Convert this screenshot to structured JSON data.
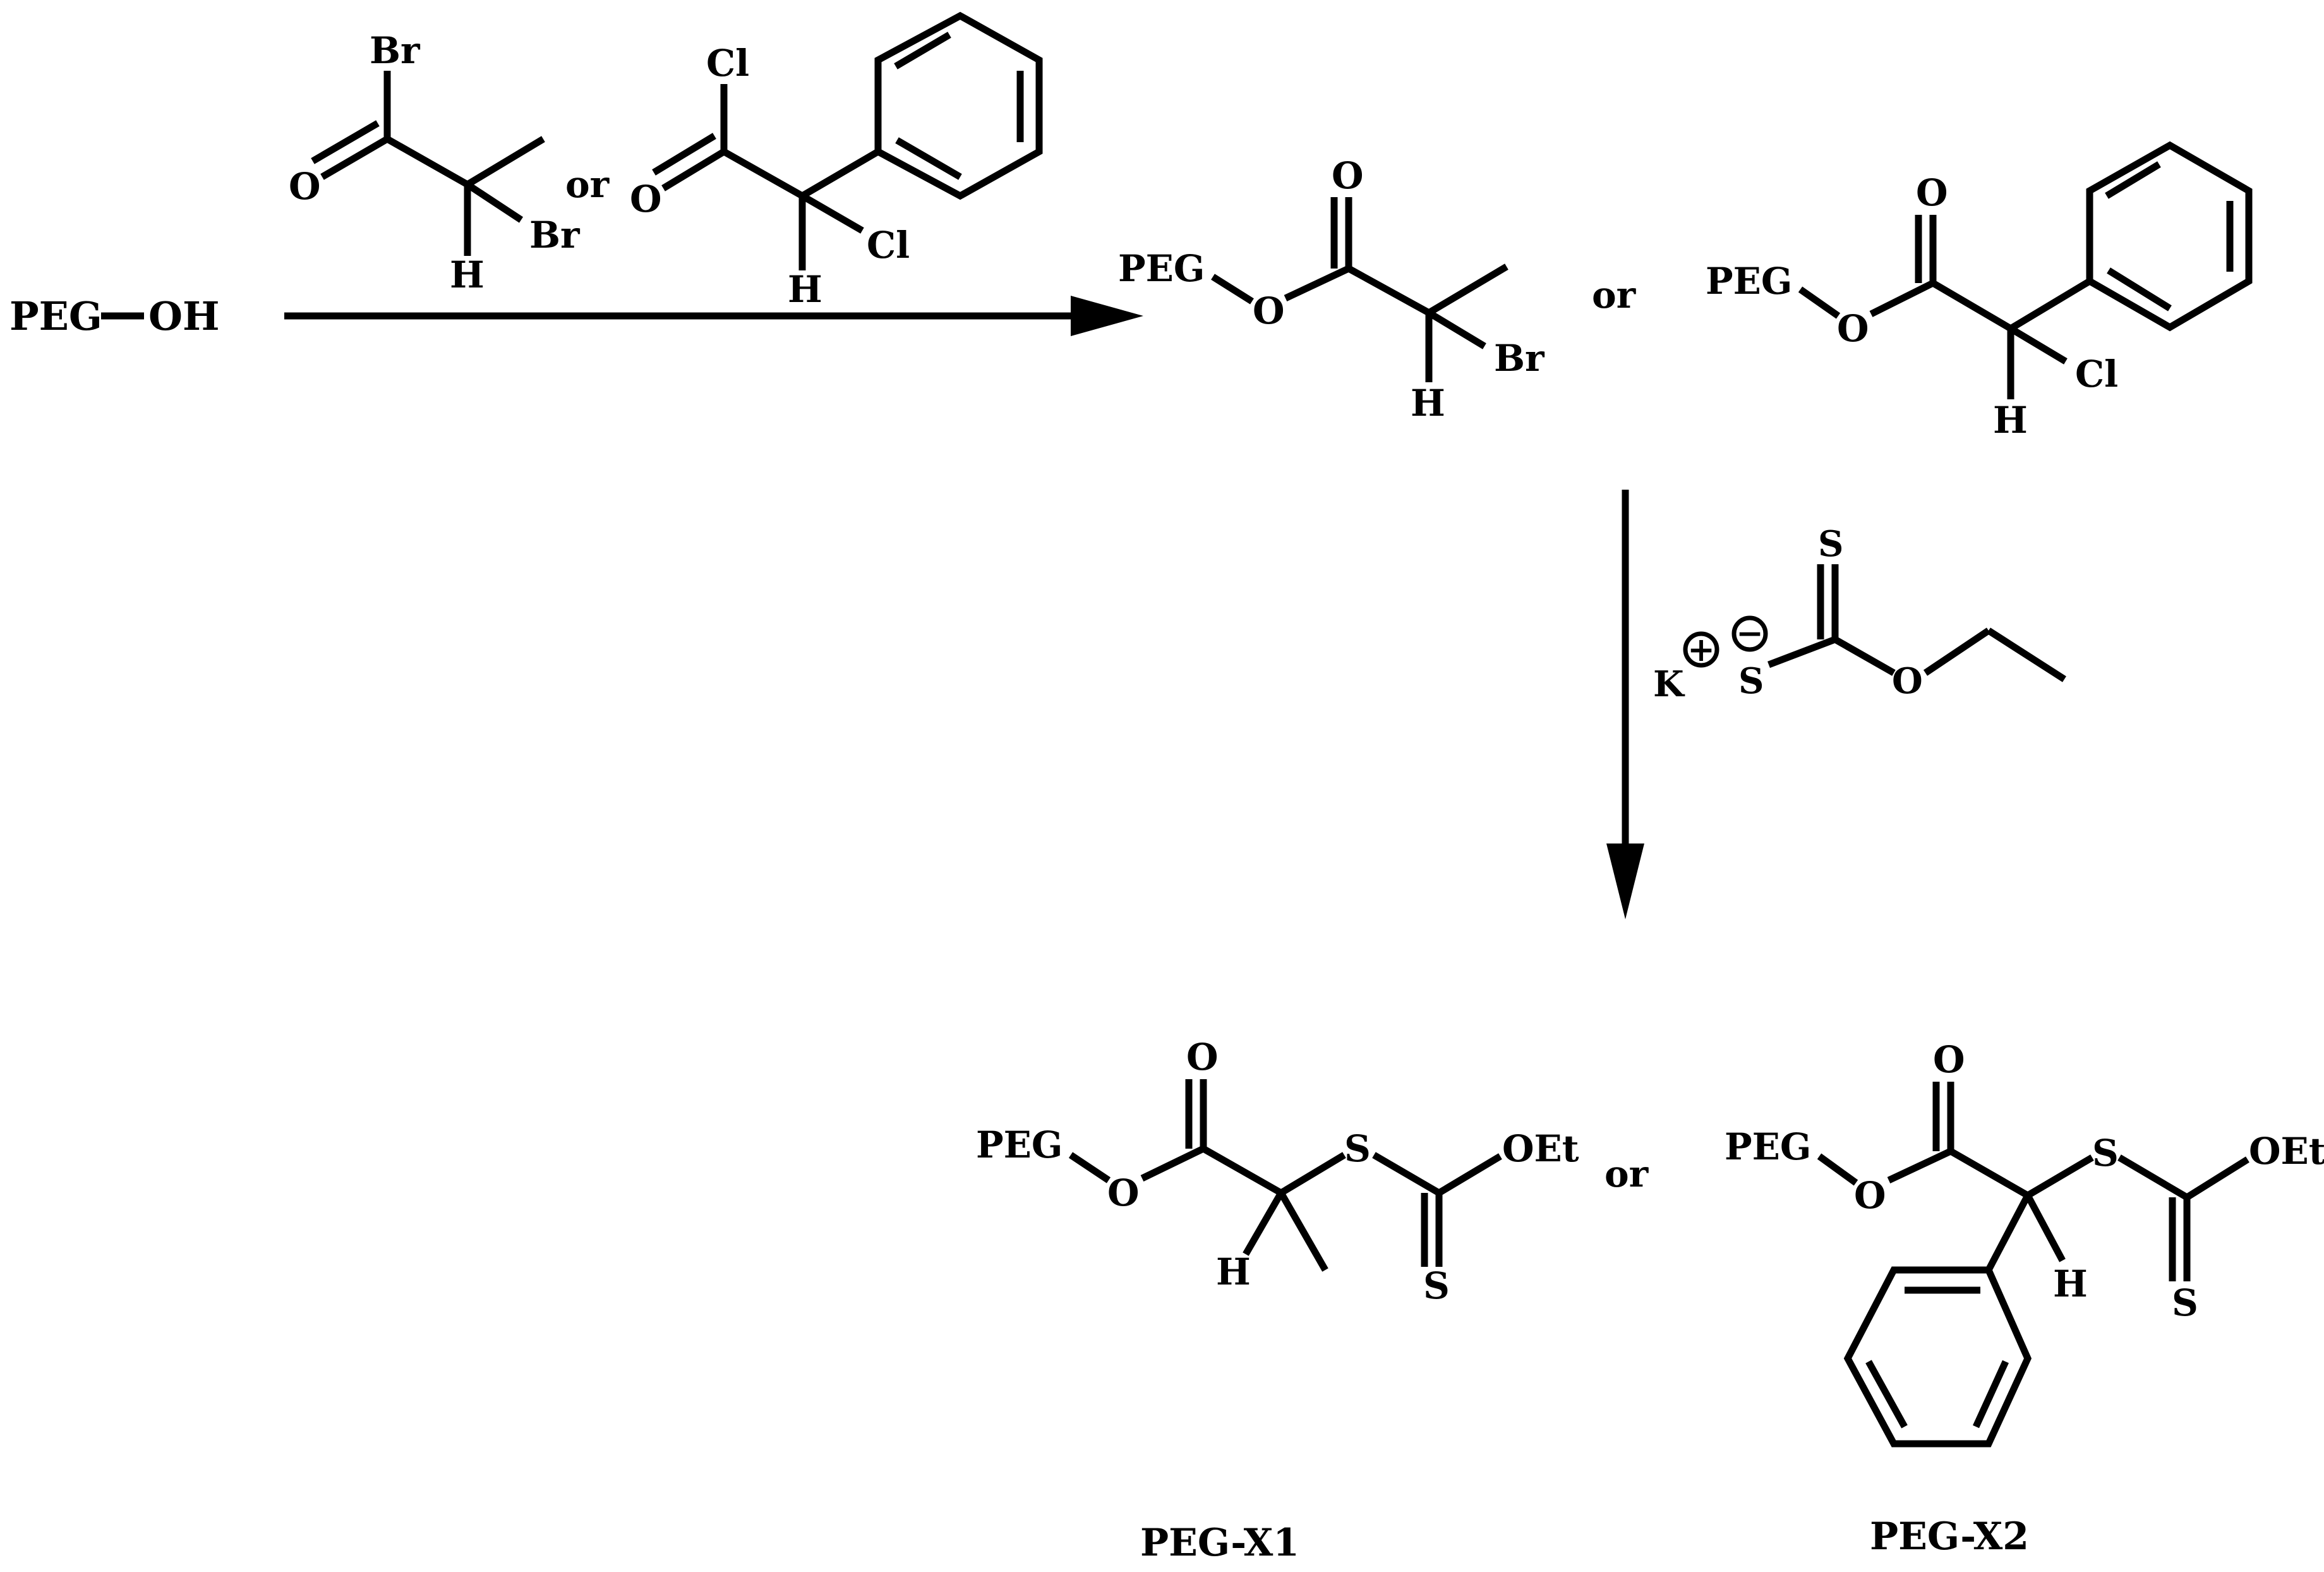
{
  "start": {
    "peg": "PEG",
    "oh": "OH"
  },
  "reagent_step1": {
    "a": {
      "br_top": "Br",
      "o": "O",
      "br_side": "Br",
      "h": "H"
    },
    "or": "or",
    "b": {
      "cl_top": "Cl",
      "o": "O",
      "cl_side": "Cl",
      "h": "H"
    }
  },
  "intermediate": {
    "a": {
      "peg": "PEG",
      "o_ester": "O",
      "o_carbonyl": "O",
      "br": "Br",
      "h": "H"
    },
    "or": "or",
    "b": {
      "peg": "PEG",
      "o_ester": "O",
      "o_carbonyl": "O",
      "cl": "Cl",
      "h": "H"
    }
  },
  "reagent_step2": {
    "k": "K",
    "plus": "+",
    "s_minus": "S",
    "minus": "−",
    "s_thione": "S",
    "o": "O"
  },
  "products": {
    "x1": {
      "peg": "PEG",
      "o_ester": "O",
      "o_carbonyl": "O",
      "s": "S",
      "oet": "OEt",
      "s_thione": "S",
      "h": "H",
      "label": "PEG-X1"
    },
    "or": "or",
    "x2": {
      "peg": "PEG",
      "o_ester": "O",
      "o_carbonyl": "O",
      "s": "S",
      "oet": "OEt",
      "s_thione": "S",
      "h": "H",
      "label": "PEG-X2"
    }
  },
  "colors": {
    "ink": "#000000",
    "background": "#ffffff"
  }
}
